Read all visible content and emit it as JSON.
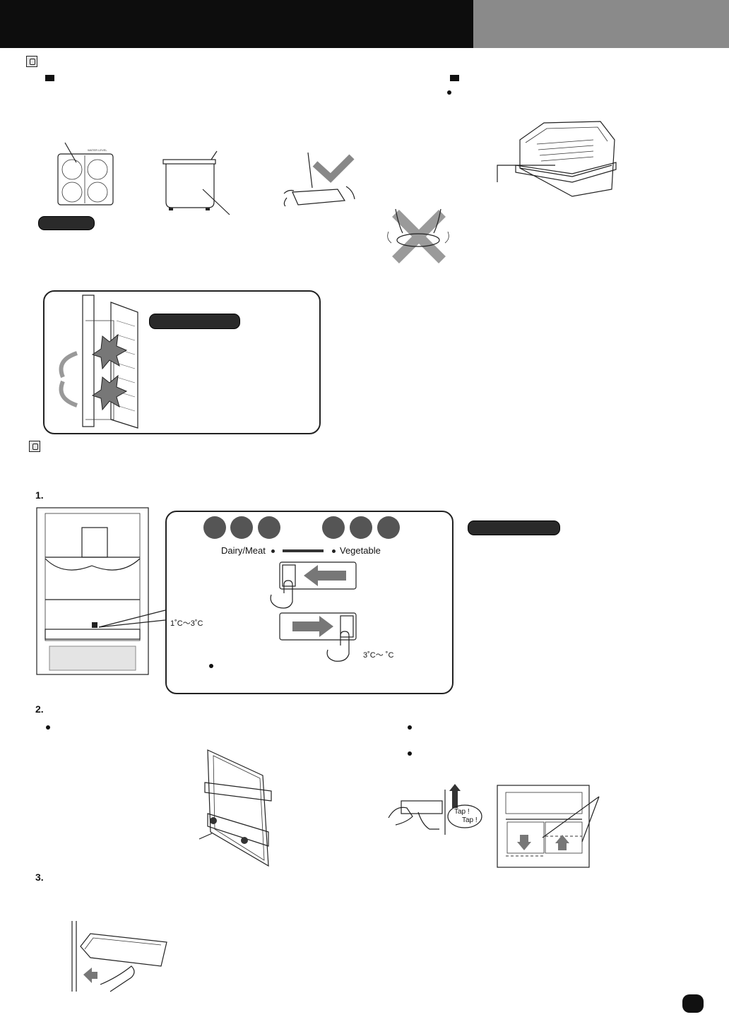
{
  "legend": {
    "left_label": "Dairy/Meat",
    "right_label": "Vegetable"
  },
  "steps": {
    "one": "1.",
    "two": "2.",
    "three": "3."
  },
  "temps": {
    "low": "1˚C～3˚C",
    "high": "3˚C～  ˚C"
  },
  "bubble": {
    "tap1": "Tap !",
    "tap2": "Tap !"
  },
  "icons": {
    "food_left": [
      "cheese-icon",
      "sausage-icon",
      "meat-icon"
    ],
    "food_right": [
      "carrot-icon",
      "tomato-icon",
      "grapes-icon"
    ]
  },
  "colors": {
    "header_black": "#0d0d0d",
    "header_grey": "#8a8a8a"
  }
}
